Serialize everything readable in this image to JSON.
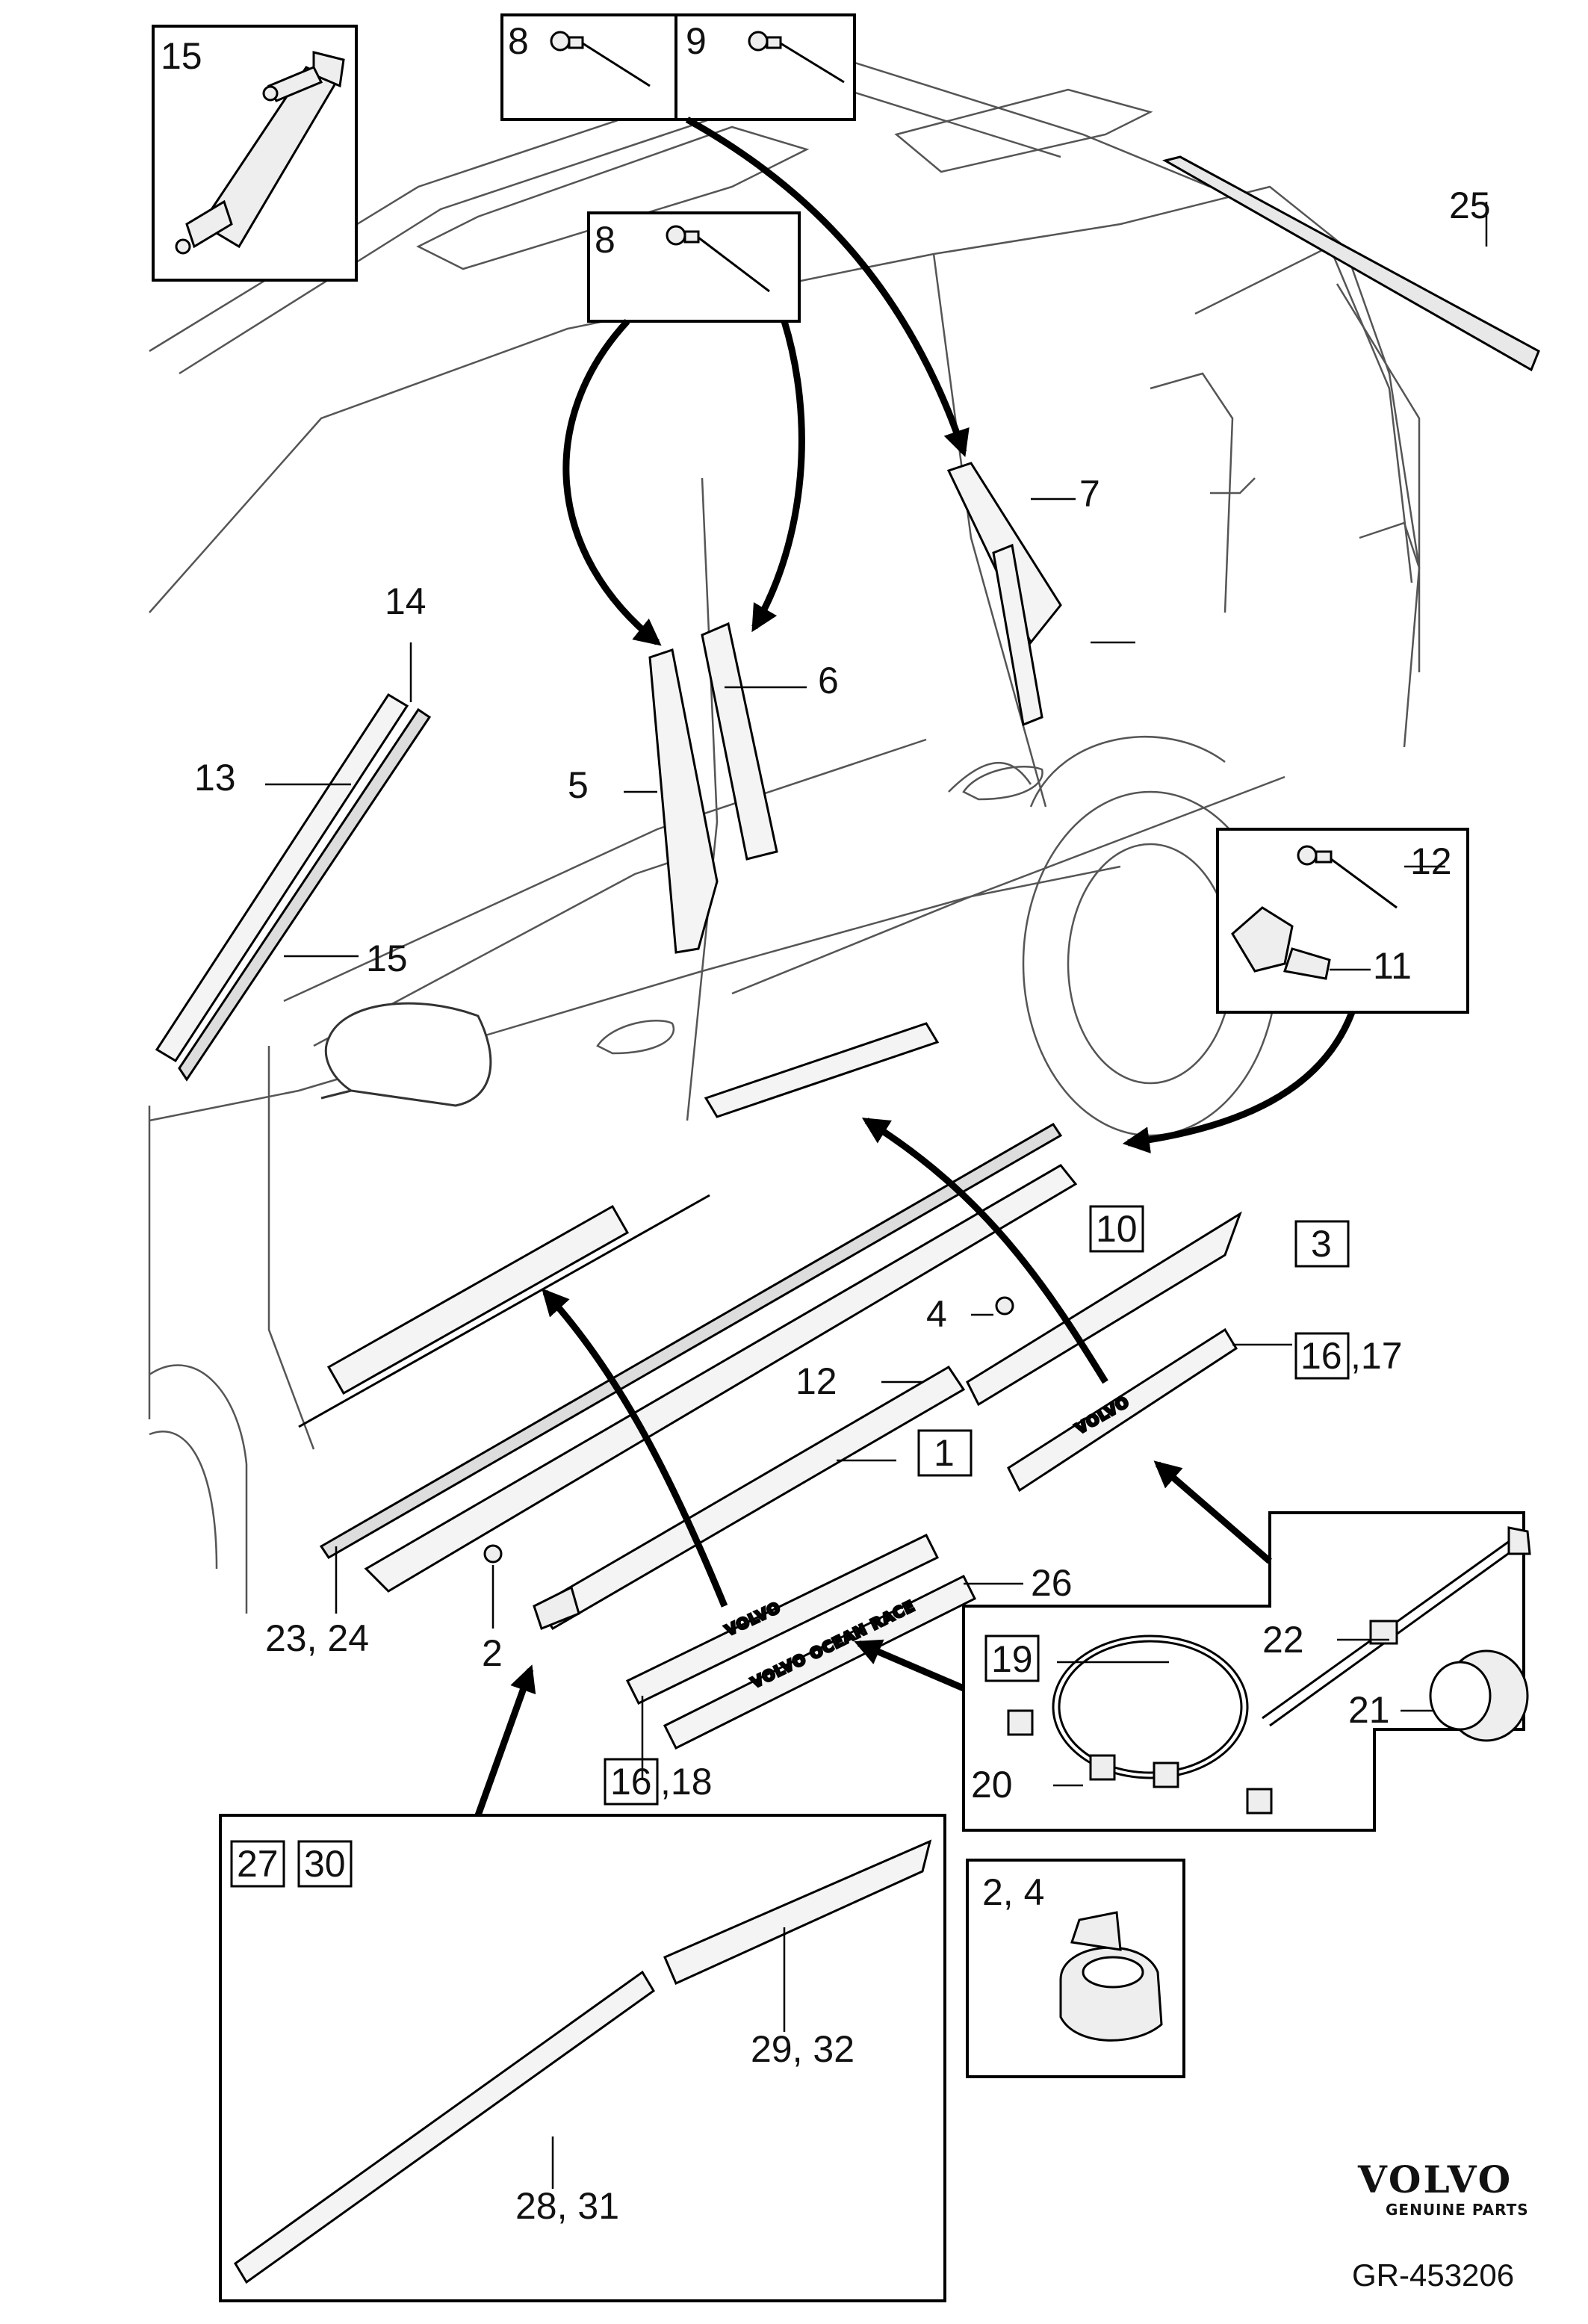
{
  "diagram": {
    "reference": "GR-453206",
    "brand": {
      "name": "VOLVO",
      "tagline": "GENUINE PARTS"
    },
    "callouts": {
      "c1": "1",
      "c2": "2",
      "c3": "3",
      "c4": "4",
      "c5": "5",
      "c6": "6",
      "c7": "7",
      "c8a": "8",
      "c8b": "8",
      "c9": "9",
      "c10": "10",
      "c11": "11",
      "c12a": "12",
      "c12b": "12",
      "c13": "13",
      "c14": "14",
      "c15a": "15",
      "c15b": "15",
      "c16a": "16",
      "c17": ",17",
      "c16b": "16",
      "c18": ",18",
      "c19": "19",
      "c20": "20",
      "c21": "21",
      "c22": "22",
      "c2324": "23, 24",
      "c24inset": "2, 4",
      "c25": "25",
      "c26": "26",
      "c27": "27",
      "c30": "30",
      "c2831": "28, 31",
      "c2932": "29, 32"
    },
    "imprints": {
      "sill_logo_a": "VOLVO",
      "sill_logo_b": "VOLVO",
      "sill_race": "VOLVO OCEAN RACE"
    }
  }
}
